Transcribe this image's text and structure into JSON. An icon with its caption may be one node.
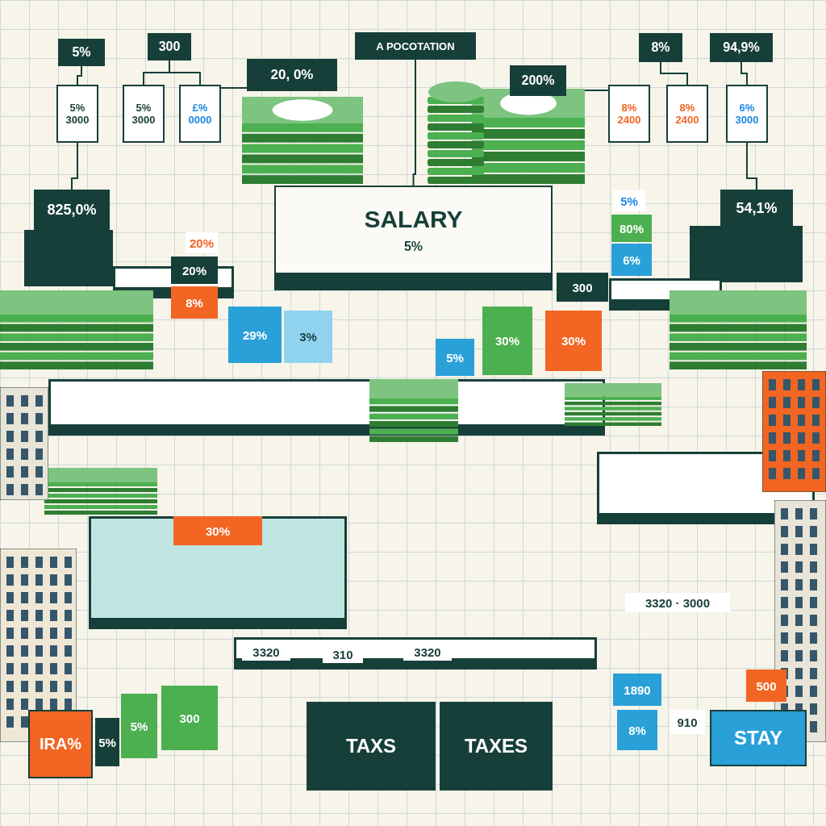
{
  "diagram": {
    "nodes": [
      {
        "text": [
          "5%"
        ]
      },
      {
        "text": [
          "300"
        ]
      },
      {
        "text": [
          "A POCOTATION"
        ]
      },
      {
        "text": [
          "20, 0%"
        ]
      },
      {
        "text": [
          "200%"
        ]
      },
      {
        "text": [
          "8%"
        ]
      },
      {
        "text": [
          "94,9%"
        ]
      },
      {
        "text": [
          "825,0%"
        ]
      },
      {
        "text": [
          "54,1%"
        ]
      },
      {
        "text": [
          "SALARY",
          "5%"
        ]
      },
      {
        "text": [
          "5% 3000"
        ]
      },
      {
        "text": [
          "5% 3000"
        ]
      },
      {
        "text": [
          "£% 0000"
        ]
      },
      {
        "text": [
          "8% 2400"
        ]
      },
      {
        "text": [
          "8% 2400"
        ]
      },
      {
        "text": [
          "6% 3000"
        ]
      },
      {
        "text": [
          "IRA%"
        ]
      },
      {
        "text": [
          "TAXS"
        ]
      },
      {
        "text": [
          "TAXES"
        ]
      },
      {
        "text": [
          "STAY"
        ]
      }
    ],
    "edges": [
      {
        "from": 0,
        "to": 10,
        "arrow": "none"
      },
      {
        "from": 1,
        "to": 11,
        "arrow": "none"
      },
      {
        "from": 1,
        "to": 12,
        "arrow": "none"
      },
      {
        "from": 3,
        "to": 12,
        "arrow": "none"
      },
      {
        "from": 10,
        "to": 7,
        "arrow": "none"
      },
      {
        "from": 2,
        "to": 9,
        "arrow": "none"
      },
      {
        "from": 4,
        "to": 13,
        "arrow": "none"
      },
      {
        "from": 5,
        "to": 14,
        "arrow": "none"
      },
      {
        "from": 6,
        "to": 15,
        "arrow": "none"
      },
      {
        "from": 15,
        "to": 8,
        "arrow": "none"
      }
    ],
    "labels": [
      "20%",
      "20%",
      "8%",
      "5%",
      "80%",
      "6%",
      "300",
      "29%",
      "3%",
      "5%",
      "30%",
      "30%",
      "30%",
      "5%",
      "5%",
      "300",
      "3320",
      "310",
      "3320",
      "3320 · 3000",
      "1890",
      "8%",
      "910",
      "500"
    ]
  }
}
